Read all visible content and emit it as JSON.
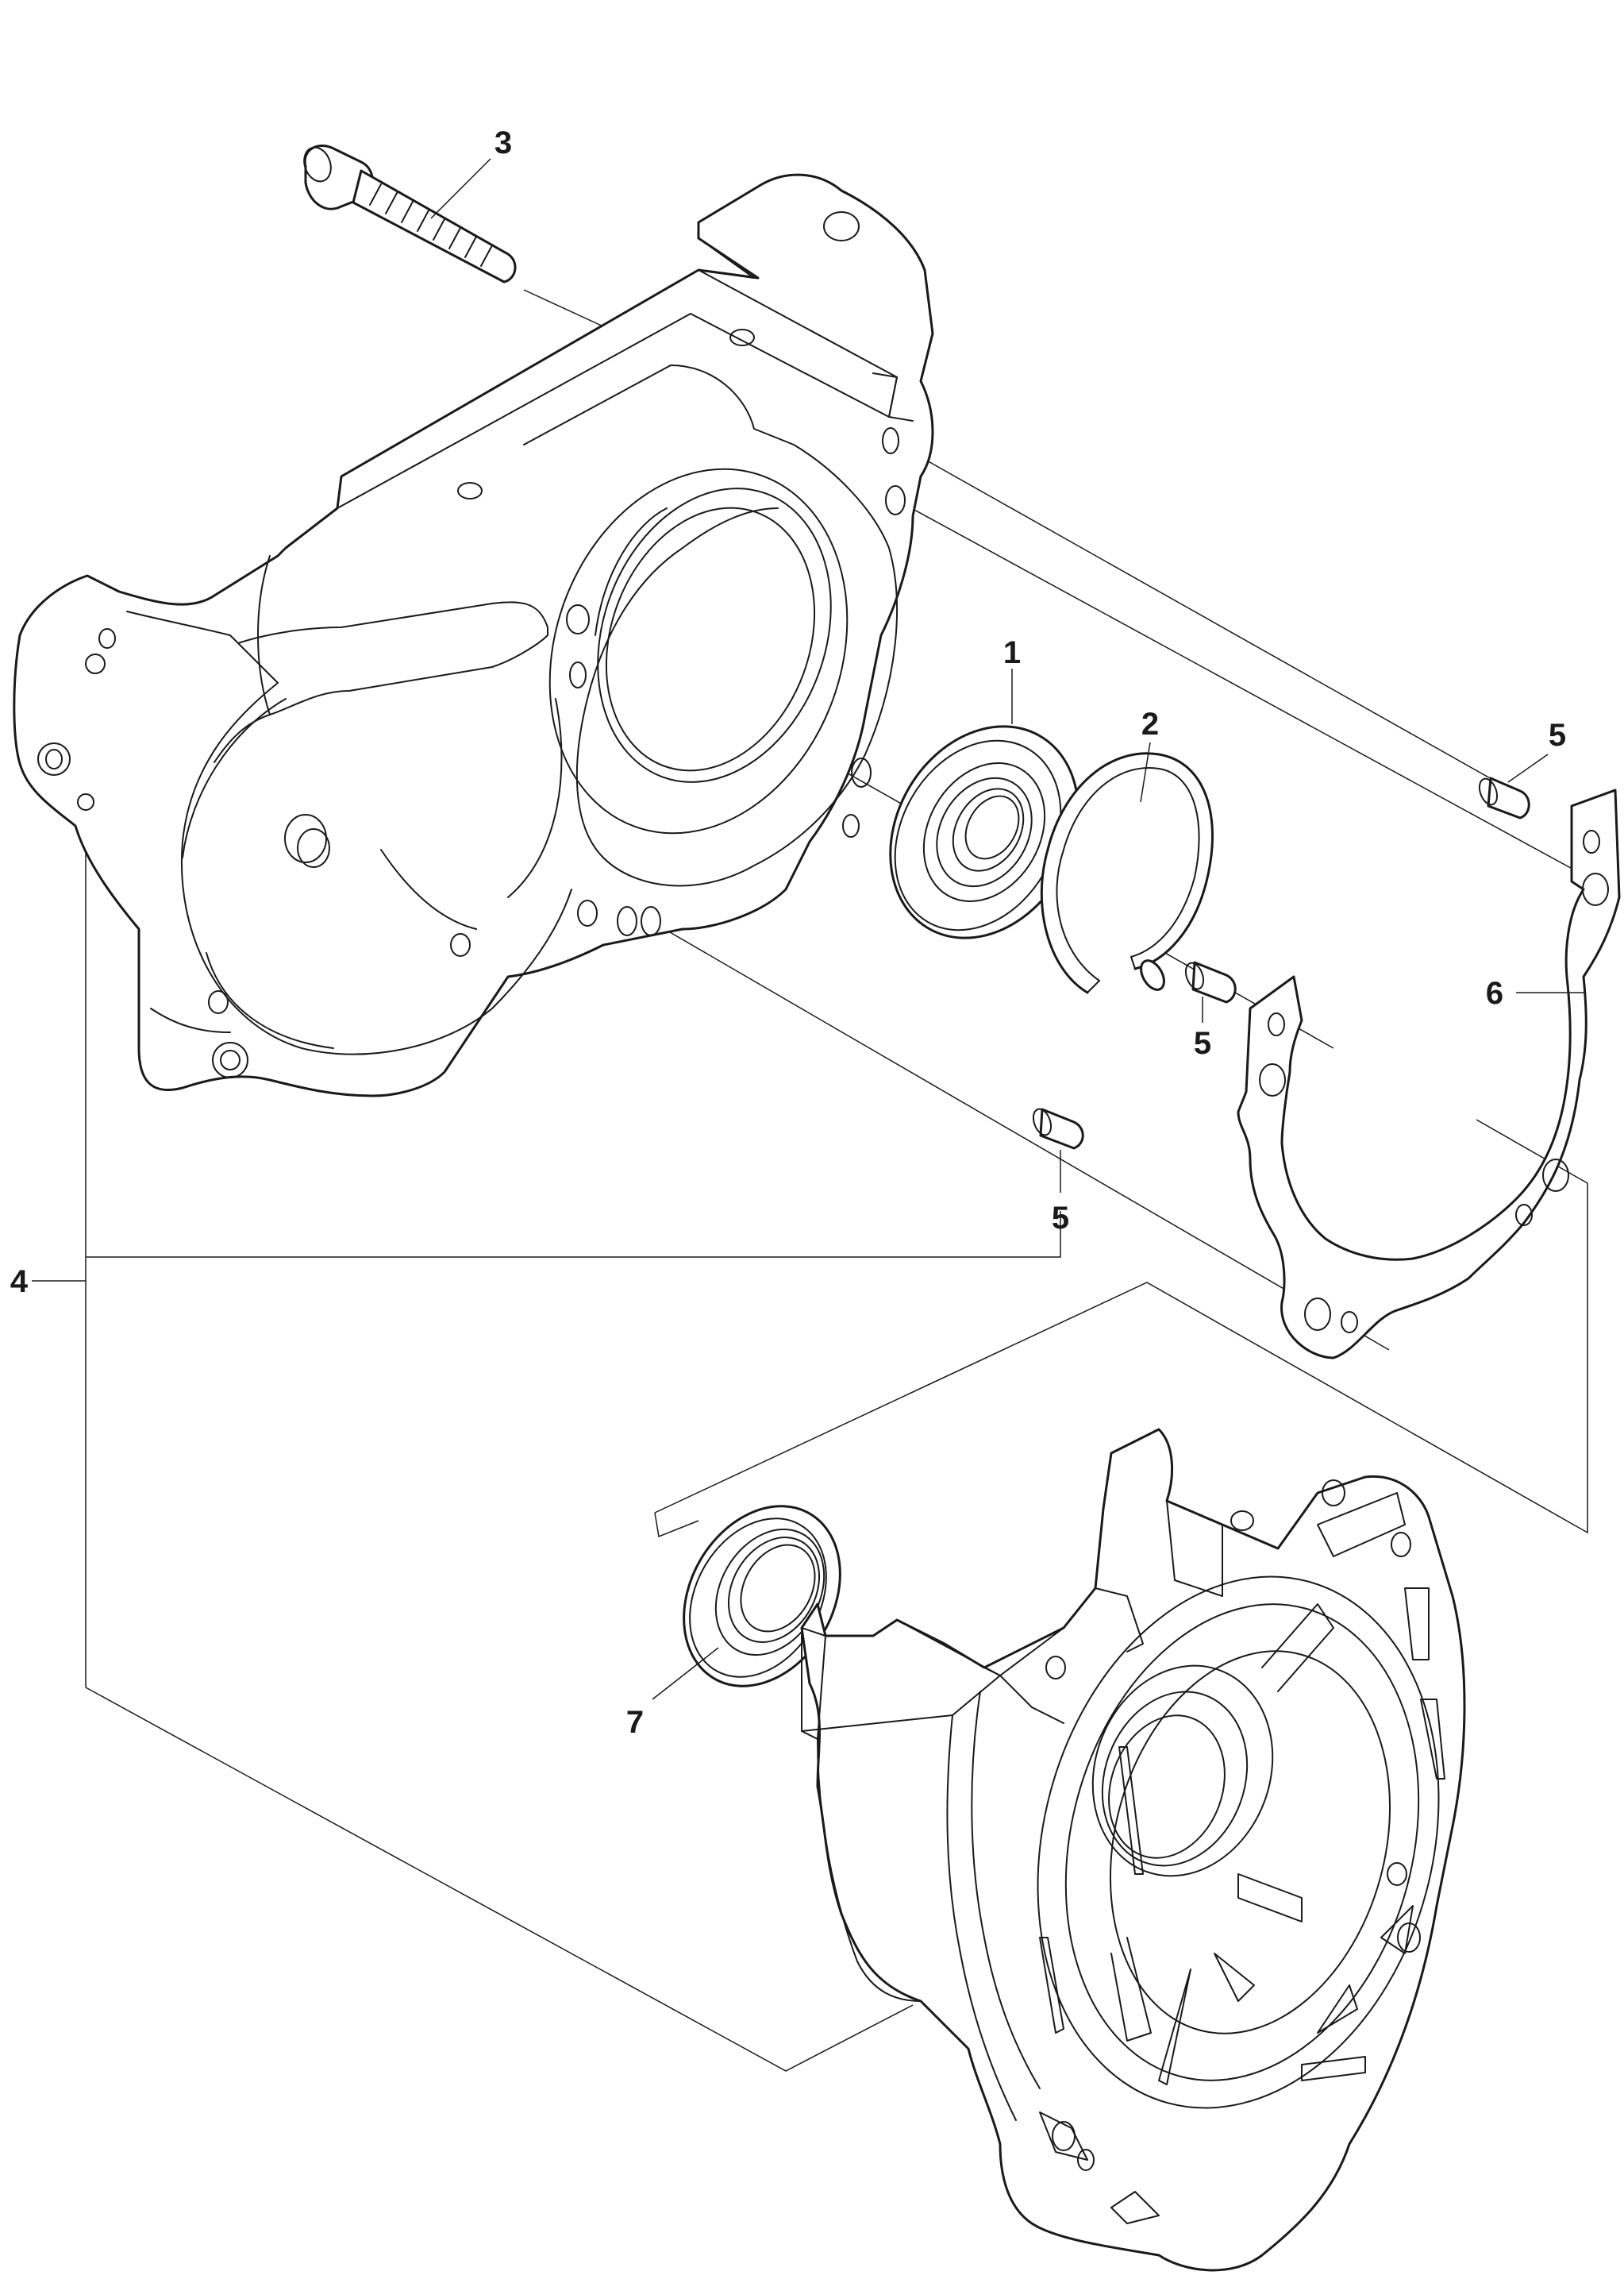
{
  "diagram": {
    "callouts": [
      {
        "id": "1",
        "label": "1"
      },
      {
        "id": "2",
        "label": "2"
      },
      {
        "id": "3",
        "label": "3"
      },
      {
        "id": "4",
        "label": "4"
      },
      {
        "id": "5a",
        "label": "5"
      },
      {
        "id": "5b",
        "label": "5"
      },
      {
        "id": "5c",
        "label": "5"
      },
      {
        "id": "6",
        "label": "6"
      },
      {
        "id": "7",
        "label": "7"
      }
    ]
  },
  "colors": {
    "line": "#1a1a1a",
    "background": "#ffffff"
  }
}
